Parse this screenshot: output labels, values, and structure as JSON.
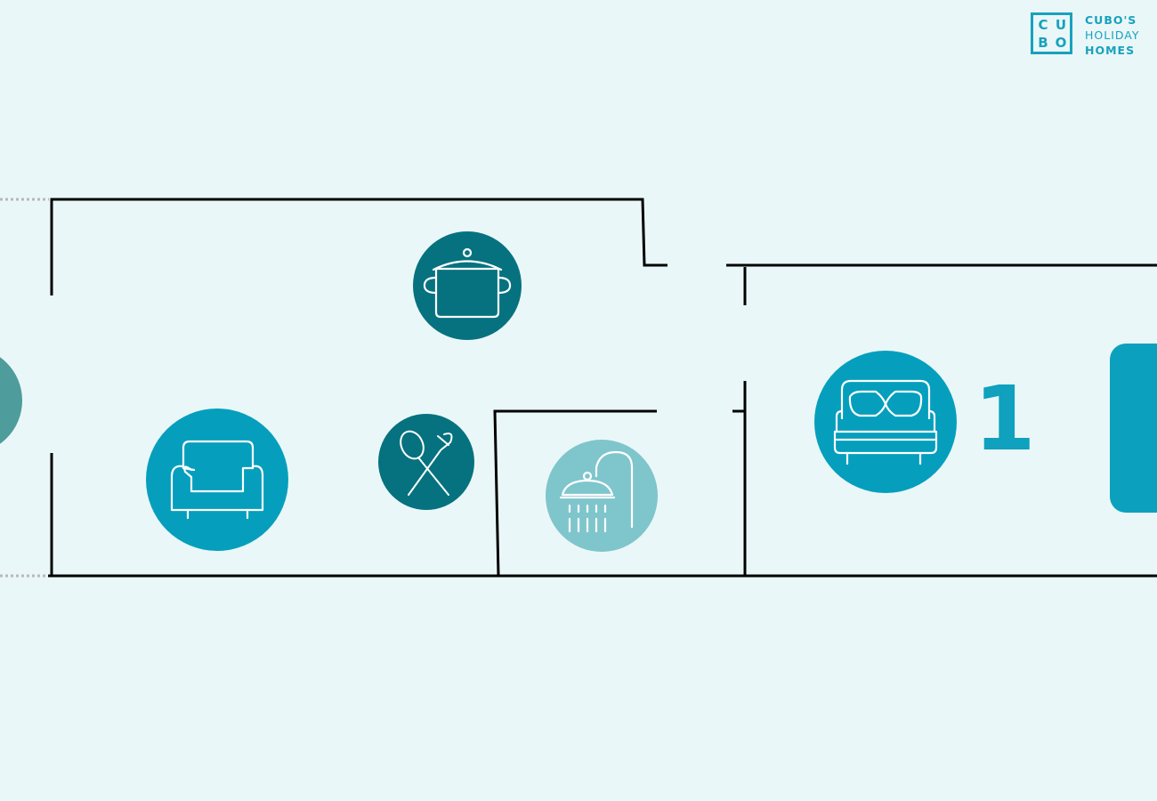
{
  "logo": {
    "letters": [
      "C",
      "U",
      "B",
      "O"
    ],
    "line1": "CUBO'S",
    "line2": "HOLIDAY",
    "line3": "HOMES"
  },
  "rooms": {
    "kitchen": {
      "icon": "cooking-pot-icon"
    },
    "living_room": {
      "icon": "armchair-icon"
    },
    "dining": {
      "icon": "spoon-fork-icon"
    },
    "bathroom": {
      "icon": "shower-icon"
    },
    "bedroom": {
      "icon": "double-bed-icon",
      "number": "1"
    }
  },
  "colors": {
    "background": "#eaf7f8",
    "walls": "#000000",
    "kitchen_circle": "#06727f",
    "living_circle": "#059fbd",
    "dining_circle": "#06727f",
    "bathroom_circle": "#7fc5cc",
    "bedroom_circle": "#059fbd",
    "left_edge_circle": "#4e9c9c",
    "brand": "#17a2bd"
  }
}
